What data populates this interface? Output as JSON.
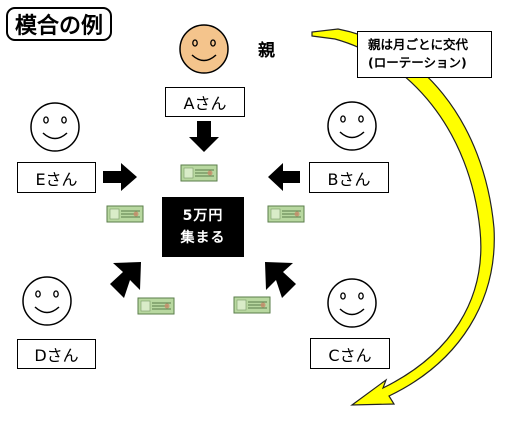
{
  "title": "模合の例",
  "parent_label": "親",
  "note": {
    "line1": "親は月ごとに交代",
    "line2": "(ローテーション)"
  },
  "center": {
    "line1": "5万円",
    "line2": "集まる"
  },
  "members": {
    "a": "Aさん",
    "b": "Bさん",
    "c": "Cさん",
    "d": "Dさん",
    "e": "Eさん"
  },
  "colors": {
    "face": "#f4c48c",
    "rotation_arrow": "#ffff00",
    "banknote": "#b8d8a0"
  },
  "icons": [
    "smiley-face-icon",
    "banknote-icon",
    "block-arrow-icon",
    "curved-arrow-icon"
  ]
}
